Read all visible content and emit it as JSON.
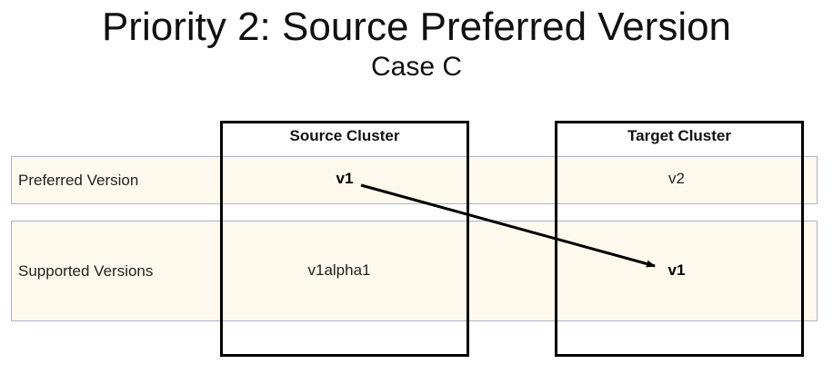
{
  "header": {
    "title": "Priority 2: Source Preferred Version",
    "subtitle": "Case C"
  },
  "rows": {
    "preferred_label": "Preferred Version",
    "supported_label": "Supported Versions"
  },
  "clusters": {
    "source": {
      "title": "Source Cluster",
      "preferred": "v1",
      "supported": "v1alpha1"
    },
    "target": {
      "title": "Target Cluster",
      "preferred": "v2",
      "supported": "v1"
    }
  },
  "colors": {
    "row_fill": "#fdf9ec",
    "row_border": "#a9b5c7",
    "cluster_border": "#000000"
  }
}
